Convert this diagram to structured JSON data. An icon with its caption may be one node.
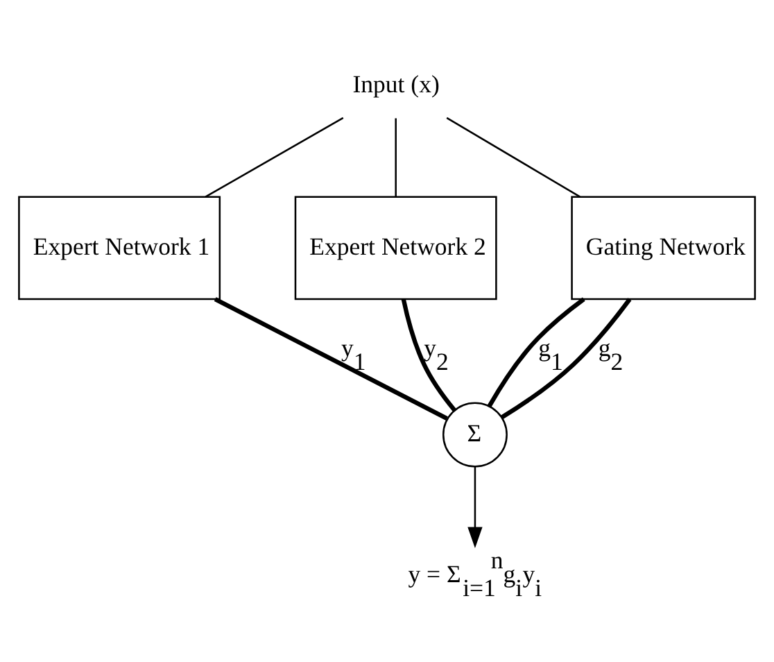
{
  "diagram": {
    "nodes": [
      {
        "text": [
          "Input (x)"
        ]
      },
      {
        "text": [
          "Expert Network 1"
        ]
      },
      {
        "text": [
          "Expert Network 2"
        ]
      },
      {
        "text": [
          "Gating Network"
        ]
      },
      {
        "text": [
          "Σ"
        ]
      },
      {
        "text": [
          "y = Σ$_{i=1}$$^{n}$g$_{i}$y$_{i}$"
        ]
      }
    ],
    "edges": [
      {
        "from": 0,
        "to": 1,
        "arrow": "none"
      },
      {
        "from": 0,
        "to": 2,
        "arrow": "none"
      },
      {
        "from": 0,
        "to": 3,
        "arrow": "none"
      },
      {
        "from": 1,
        "to": 4,
        "arrow": "none",
        "label": "y$_{1}$",
        "style": "thick"
      },
      {
        "from": 2,
        "to": 4,
        "arrow": "none",
        "label": "y$_{2}$",
        "style": "thick"
      },
      {
        "from": 3,
        "to": 4,
        "arrow": "none",
        "label": "g$_{1}$",
        "style": "thick"
      },
      {
        "from": 3,
        "to": 4,
        "arrow": "none",
        "label": "g$_{2}$",
        "style": "thick"
      },
      {
        "from": 4,
        "to": 5,
        "arrow": "to"
      }
    ]
  }
}
